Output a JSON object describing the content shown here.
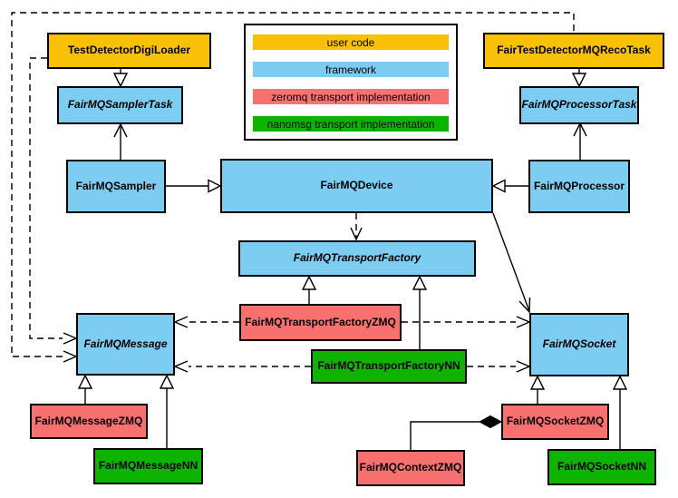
{
  "legend": {
    "items": [
      {
        "id": "user-code",
        "label": "user code",
        "color": "#f9c106"
      },
      {
        "id": "framework",
        "label": "framework",
        "color": "#7dccf1"
      },
      {
        "id": "zeromq",
        "label": "zeromq transport implementation",
        "color": "#f8716f"
      },
      {
        "id": "nanomsg",
        "label": "nanomsg transport implementation",
        "color": "#0cb400"
      }
    ]
  },
  "nodes": {
    "testDetectorDigiLoader": {
      "label": "TestDetectorDigiLoader",
      "category": "user code",
      "abstract": false
    },
    "fairTestDetectorMQRecoTask": {
      "label": "FairTestDetectorMQRecoTask",
      "category": "user code",
      "abstract": false
    },
    "fairMQSamplerTask": {
      "label": "FairMQSamplerTask",
      "category": "framework",
      "abstract": true
    },
    "fairMQProcessorTask": {
      "label": "FairMQProcessorTask",
      "category": "framework",
      "abstract": true
    },
    "fairMQSampler": {
      "label": "FairMQSampler",
      "category": "framework",
      "abstract": false
    },
    "fairMQDevice": {
      "label": "FairMQDevice",
      "category": "framework",
      "abstract": false
    },
    "fairMQProcessor": {
      "label": "FairMQProcessor",
      "category": "framework",
      "abstract": false
    },
    "fairMQTransportFactory": {
      "label": "FairMQTransportFactory",
      "category": "framework",
      "abstract": true
    },
    "fairMQTransportFactoryZMQ": {
      "label": "FairMQTransportFactoryZMQ",
      "category": "zeromq",
      "abstract": false
    },
    "fairMQTransportFactoryNN": {
      "label": "FairMQTransportFactoryNN",
      "category": "nanomsg",
      "abstract": false
    },
    "fairMQMessage": {
      "label": "FairMQMessage",
      "category": "framework",
      "abstract": true
    },
    "fairMQSocket": {
      "label": "FairMQSocket",
      "category": "framework",
      "abstract": true
    },
    "fairMQMessageZMQ": {
      "label": "FairMQMessageZMQ",
      "category": "zeromq",
      "abstract": false
    },
    "fairMQMessageNN": {
      "label": "FairMQMessageNN",
      "category": "nanomsg",
      "abstract": false
    },
    "fairMQSocketZMQ": {
      "label": "FairMQSocketZMQ",
      "category": "zeromq",
      "abstract": false
    },
    "fairMQContextZMQ": {
      "label": "FairMQContextZMQ",
      "category": "zeromq",
      "abstract": false
    },
    "fairMQSocketNN": {
      "label": "FairMQSocketNN",
      "category": "nanomsg",
      "abstract": false
    }
  },
  "edges": [
    {
      "from": "TestDetectorDigiLoader",
      "to": "FairMQSamplerTask",
      "type": "inheritance"
    },
    {
      "from": "FairMQSampler",
      "to": "FairMQSamplerTask",
      "type": "association"
    },
    {
      "from": "FairTestDetectorMQRecoTask",
      "to": "FairMQProcessorTask",
      "type": "inheritance"
    },
    {
      "from": "FairMQProcessor",
      "to": "FairMQProcessorTask",
      "type": "association"
    },
    {
      "from": "FairMQSampler",
      "to": "FairMQDevice",
      "type": "inheritance"
    },
    {
      "from": "FairMQProcessor",
      "to": "FairMQDevice",
      "type": "inheritance"
    },
    {
      "from": "FairMQDevice",
      "to": "FairMQTransportFactory",
      "type": "dependency"
    },
    {
      "from": "FairMQDevice",
      "to": "FairMQSocket",
      "type": "association"
    },
    {
      "from": "FairMQTransportFactoryZMQ",
      "to": "FairMQTransportFactory",
      "type": "inheritance"
    },
    {
      "from": "FairMQTransportFactoryNN",
      "to": "FairMQTransportFactory",
      "type": "inheritance"
    },
    {
      "from": "FairMQTransportFactoryZMQ",
      "to": "FairMQMessage",
      "type": "dependency"
    },
    {
      "from": "FairMQTransportFactoryZMQ",
      "to": "FairMQSocket",
      "type": "dependency"
    },
    {
      "from": "FairMQTransportFactoryNN",
      "to": "FairMQMessage",
      "type": "dependency"
    },
    {
      "from": "FairMQTransportFactoryNN",
      "to": "FairMQSocket",
      "type": "dependency"
    },
    {
      "from": "TestDetectorDigiLoader",
      "to": "FairMQMessage",
      "type": "dependency"
    },
    {
      "from": "FairTestDetectorMQRecoTask",
      "to": "FairMQMessage",
      "type": "dependency"
    },
    {
      "from": "FairMQMessageZMQ",
      "to": "FairMQMessage",
      "type": "inheritance"
    },
    {
      "from": "FairMQMessageNN",
      "to": "FairMQMessage",
      "type": "inheritance"
    },
    {
      "from": "FairMQSocketZMQ",
      "to": "FairMQSocket",
      "type": "inheritance"
    },
    {
      "from": "FairMQSocketNN",
      "to": "FairMQSocket",
      "type": "inheritance"
    },
    {
      "from": "FairMQContextZMQ",
      "to": "FairMQSocketZMQ",
      "type": "composition"
    }
  ]
}
